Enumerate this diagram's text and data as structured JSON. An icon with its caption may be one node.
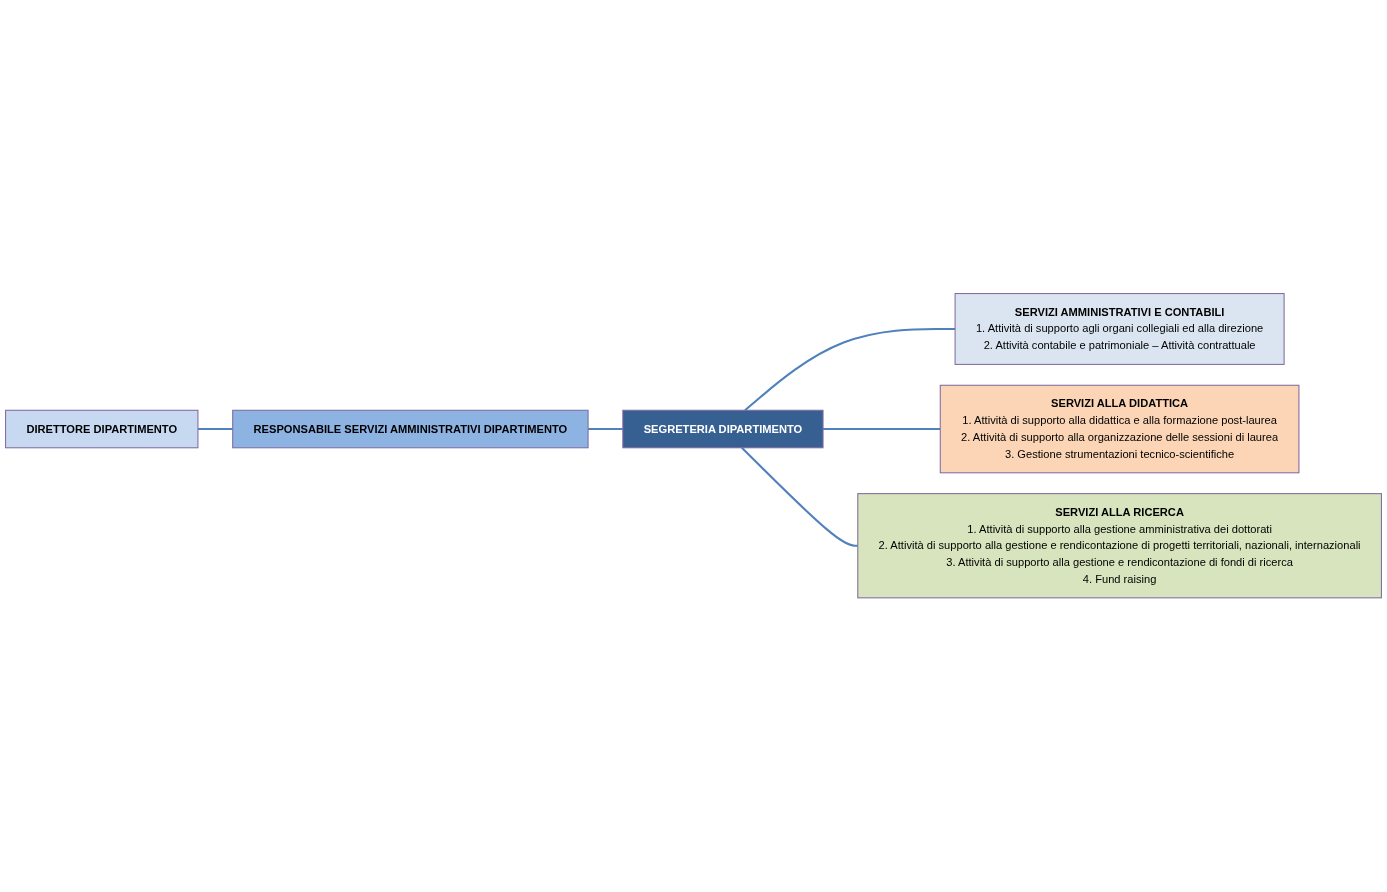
{
  "diagram": {
    "nodes": [
      {
        "text": [
          "DIRETTORE DIPARTIMENTO"
        ]
      },
      {
        "text": [
          "RESPONSABILE SERVIZI AMMINISTRATIVI DIPARTIMENTO"
        ]
      },
      {
        "text": [
          "SEGRETERIA DIPARTIMENTO"
        ]
      },
      {
        "text": [
          "SERVIZI AMMINISTRATIVI E CONTABILI",
          "1. Attività di supporto agli organi collegiali ed alla direzione",
          "2. Attività contabile e patrimoniale – Attività contrattuale"
        ]
      },
      {
        "text": [
          "SERVIZI ALLA DIDATTICA",
          "1. Attività di supporto alla didattica e alla formazione post-laurea",
          "2. Attività di supporto alla organizzazione delle sessioni di laurea",
          "3. Gestione strumentazioni tecnico-scientifiche"
        ]
      },
      {
        "text": [
          "SERVIZI ALLA RICERCA",
          "1. Attività di supporto alla gestione amministrativa dei dottorati",
          "2. Attività di supporto alla gestione e rendicontazione di progetti territoriali, nazionali, internazionali",
          "3. Attività di supporto alla gestione e rendicontazione di fondi di ricerca",
          "4. Fund raising"
        ]
      }
    ],
    "edges": [
      {
        "from": 0,
        "to": 1,
        "arrow": "none"
      },
      {
        "from": 1,
        "to": 2,
        "arrow": "none"
      },
      {
        "from": 2,
        "to": 3,
        "arrow": "none"
      },
      {
        "from": 2,
        "to": 4,
        "arrow": "none"
      },
      {
        "from": 2,
        "to": 5,
        "arrow": "none"
      }
    ]
  }
}
